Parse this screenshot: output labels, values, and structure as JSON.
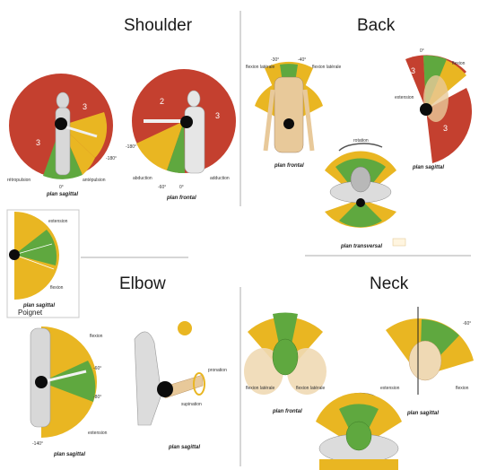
{
  "sections": {
    "shoulder": "Shoulder",
    "back": "Back",
    "elbow": "Elbow",
    "neck": "Neck"
  },
  "shoulder": {
    "left": {
      "caption": "plan sagittal",
      "zone_numbers": [
        "3",
        "3"
      ],
      "labels": [
        "rétropulsion",
        "antépulsion"
      ],
      "angles": [
        "-180°",
        "0°"
      ]
    },
    "right": {
      "caption": "plan frontal",
      "zone_numbers": [
        "2",
        "3"
      ],
      "labels": [
        "abduction",
        "adduction"
      ],
      "angles": [
        "-180°",
        "-60°",
        "0°"
      ]
    }
  },
  "back": {
    "frontal": {
      "caption": "plan frontal",
      "labels": [
        "flexion latérale",
        "flexion latérale"
      ],
      "angles": [
        "-30°",
        "-40°"
      ]
    },
    "sagittal": {
      "caption": "plan sagittal",
      "zone_numbers": [
        "3",
        "3"
      ],
      "labels": [
        "flexion",
        "extension"
      ],
      "angles": [
        "0°"
      ]
    },
    "transversal": {
      "caption": "plan transversal",
      "label": "rotation"
    }
  },
  "wrist": {
    "caption": "plan sagittal",
    "title": "Poignet",
    "labels": [
      "extension",
      "flexion"
    ]
  },
  "elbow": {
    "flexion": {
      "caption": "plan sagittal",
      "labels": [
        "flexion",
        "extension"
      ],
      "angles": [
        "-60°",
        "-80°",
        "-140°"
      ]
    },
    "rotation": {
      "caption": "plan sagittal",
      "labels": [
        "pronation",
        "supination"
      ]
    }
  },
  "neck": {
    "frontal": {
      "caption": "plan frontal",
      "labels": [
        "flexion latérale",
        "flexion latérale"
      ]
    },
    "sagittal": {
      "caption": "plan sagittal",
      "labels": [
        "extension",
        "flexion"
      ],
      "angles": [
        "-60°"
      ]
    }
  },
  "colors": {
    "red": "#c4402f",
    "yellow": "#e9b622",
    "green": "#5fa83f",
    "black": "#0c0c0c",
    "figure": "#d8d8d8",
    "skin": "#e8c99a",
    "divider": "#c8c8c8"
  }
}
